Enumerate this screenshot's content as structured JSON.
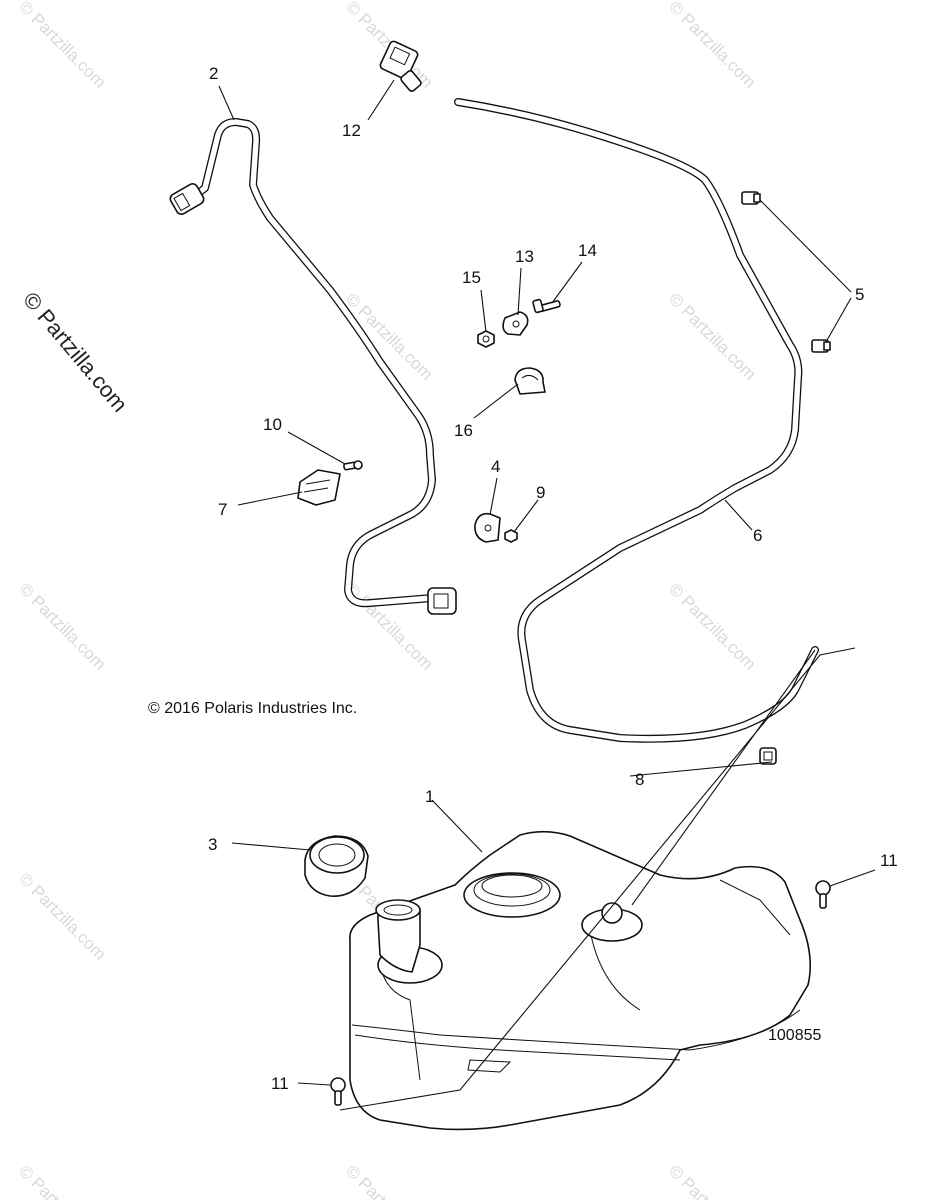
{
  "diagram": {
    "reference_number": "100855",
    "copyright": "© 2016 Polaris Industries Inc.",
    "watermark_side": "© Partzilla.com",
    "watermark_tile": "© Partzilla.com",
    "callouts": [
      {
        "id": "c1",
        "label": "1"
      },
      {
        "id": "c2",
        "label": "2"
      },
      {
        "id": "c3",
        "label": "3"
      },
      {
        "id": "c4",
        "label": "4"
      },
      {
        "id": "c5",
        "label": "5"
      },
      {
        "id": "c6",
        "label": "6"
      },
      {
        "id": "c7",
        "label": "7"
      },
      {
        "id": "c8",
        "label": "8"
      },
      {
        "id": "c9",
        "label": "9"
      },
      {
        "id": "c10",
        "label": "10"
      },
      {
        "id": "c11a",
        "label": "11"
      },
      {
        "id": "c11b",
        "label": "11"
      },
      {
        "id": "c12",
        "label": "12"
      },
      {
        "id": "c13",
        "label": "13"
      },
      {
        "id": "c14",
        "label": "14"
      },
      {
        "id": "c15",
        "label": "15"
      },
      {
        "id": "c16",
        "label": "16"
      }
    ]
  }
}
